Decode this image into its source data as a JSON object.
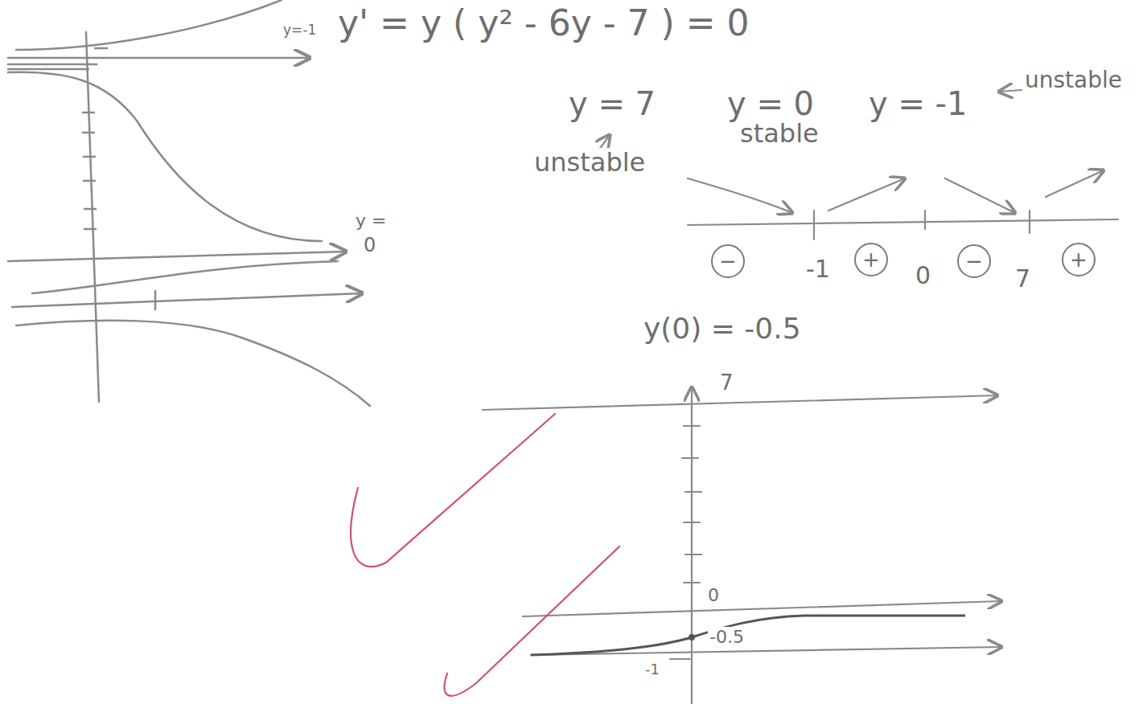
{
  "diagram": {
    "nodes": [
      {
        "text": [
          "−"
        ]
      },
      {
        "text": [
          "+"
        ]
      },
      {
        "text": [
          "−"
        ]
      },
      {
        "text": [
          "+"
        ]
      }
    ],
    "labels": [
      "y=-1",
      "y' = y ( y² - 6y - 7 ) = 0",
      "y = 7",
      "y = 0",
      "y = -1",
      "unstable",
      "stable",
      "unstable",
      "y =",
      "0",
      "-1",
      "0",
      "7",
      "y(0) = -0.5",
      "7",
      "0",
      "-0.5",
      "-1"
    ]
  }
}
